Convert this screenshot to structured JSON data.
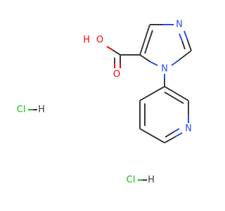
{
  "molecule": {
    "atoms": {
      "hydroxyl_o": "O",
      "hydroxyl_h": "H",
      "carbonyl_o": "O",
      "imidazole_n3": "N",
      "imidazole_n1": "N",
      "pyridine_n": "N",
      "hcl1_cl": "Cl",
      "hcl1_h": "H",
      "hcl2_cl": "Cl",
      "hcl2_h": "H"
    },
    "colors": {
      "bond": "#404040",
      "oxygen": "#ff0d0d",
      "nitrogen": "#3050f8",
      "chlorine": "#1fc01f",
      "hydrogen": "#404040"
    }
  }
}
